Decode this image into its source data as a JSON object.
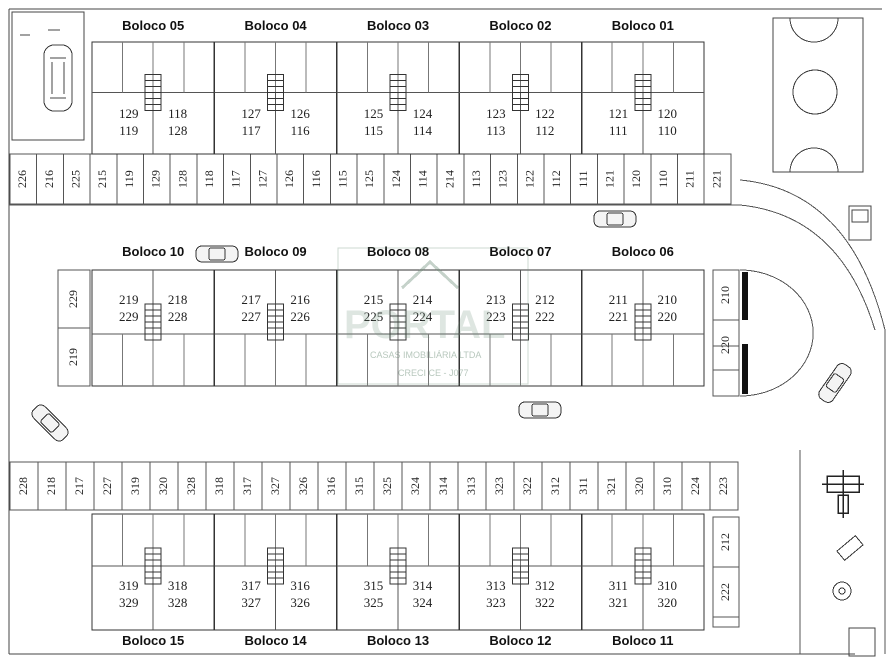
{
  "blocks": {
    "top": [
      "Boloco 05",
      "Boloco 04",
      "Boloco 03",
      "Boloco 02",
      "Boloco 01"
    ],
    "middle": [
      "Boloco 10",
      "Boloco 09",
      "Boloco 08",
      "Boloco 07",
      "Boloco 06"
    ],
    "bottom": [
      "Boloco 15",
      "Boloco 14",
      "Boloco 13",
      "Boloco 12",
      "Boloco 11"
    ]
  },
  "units": {
    "top": [
      [
        "129",
        "119",
        "118",
        "128"
      ],
      [
        "127",
        "117",
        "126",
        "116"
      ],
      [
        "125",
        "115",
        "124",
        "114"
      ],
      [
        "123",
        "113",
        "122",
        "112"
      ],
      [
        "121",
        "111",
        "120",
        "110"
      ]
    ],
    "middle": [
      [
        "219",
        "229",
        "218",
        "228"
      ],
      [
        "217",
        "227",
        "216",
        "226"
      ],
      [
        "215",
        "225",
        "214",
        "224"
      ],
      [
        "213",
        "223",
        "212",
        "222"
      ],
      [
        "211",
        "221",
        "210",
        "220"
      ]
    ],
    "bottom": [
      [
        "319",
        "329",
        "318",
        "328"
      ],
      [
        "317",
        "327",
        "316",
        "326"
      ],
      [
        "315",
        "325",
        "314",
        "324"
      ],
      [
        "313",
        "323",
        "312",
        "322"
      ],
      [
        "311",
        "321",
        "310",
        "320"
      ]
    ]
  },
  "parking": {
    "row1": [
      "226",
      "216",
      "225",
      "215",
      "119",
      "129",
      "128",
      "118",
      "117",
      "127",
      "126",
      "116",
      "115",
      "125",
      "124",
      "114",
      "214",
      "113",
      "123",
      "122",
      "112",
      "111",
      "121",
      "120",
      "110",
      "211",
      "221"
    ],
    "row2": [
      "228",
      "218",
      "217",
      "227",
      "319",
      "320",
      "328",
      "318",
      "317",
      "327",
      "326",
      "316",
      "315",
      "325",
      "324",
      "314",
      "313",
      "323",
      "322",
      "312",
      "311",
      "321",
      "320",
      "310",
      "224",
      "223"
    ],
    "middle_left": [
      "229",
      "219"
    ],
    "middle_right": [
      "210",
      "220"
    ],
    "bottom_right": [
      "212",
      "222"
    ]
  },
  "watermark": {
    "brand": "PORTAL",
    "line1": "CASAS IMOBILIÁRIA LTDA",
    "line2": "CRECI CE - J077"
  },
  "colors": {
    "line": "#333333",
    "stall": "#555555",
    "watermark": "#6f8f7a"
  }
}
